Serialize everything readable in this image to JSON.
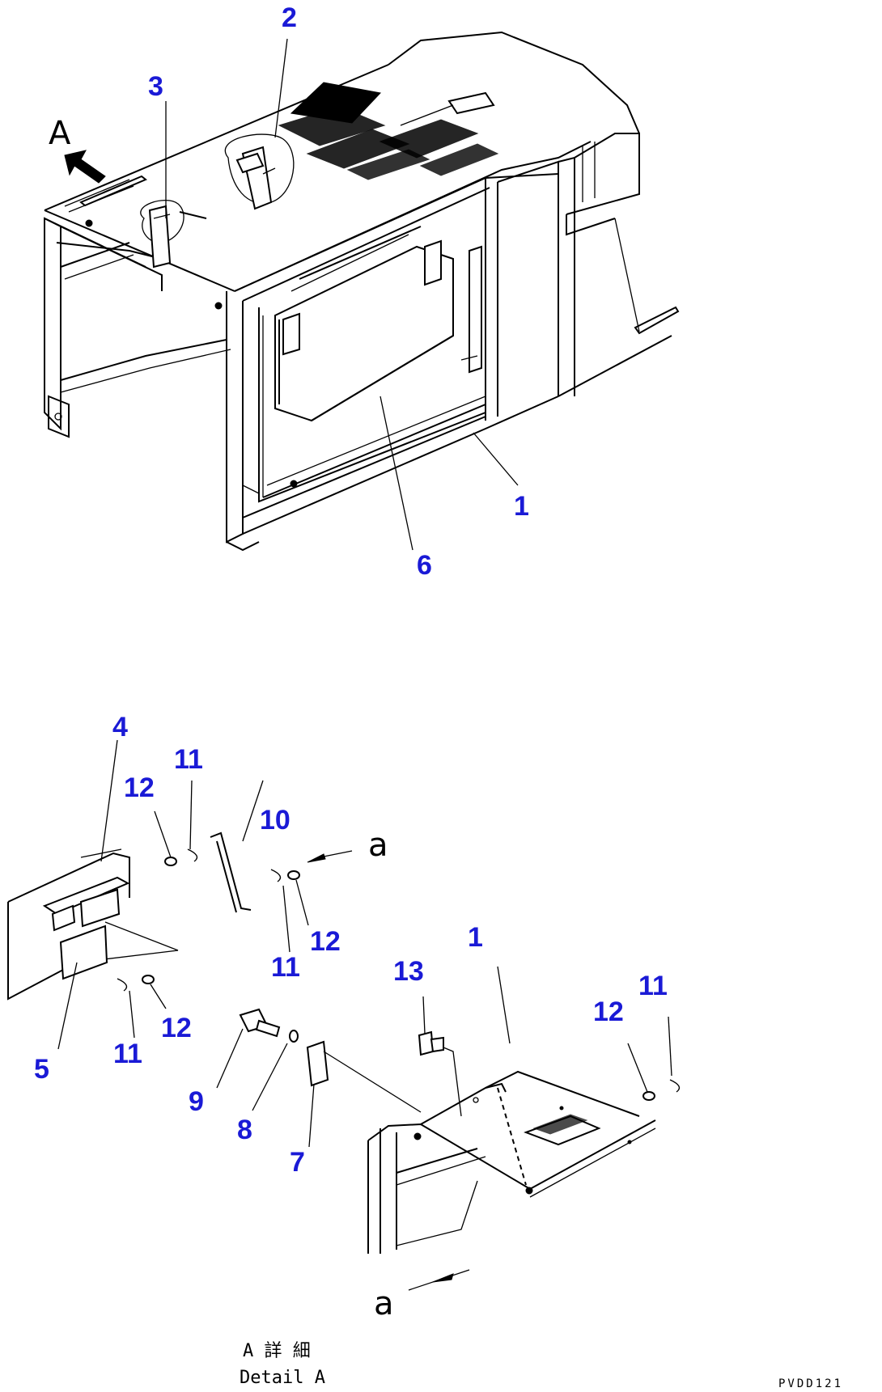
{
  "callouts": {
    "c1_top": "1",
    "c2": "2",
    "c3": "3",
    "c6": "6",
    "c4": "4",
    "c5": "5",
    "c7": "7",
    "c8": "8",
    "c9": "9",
    "c10": "10",
    "c11_a": "11",
    "c11_b": "11",
    "c11_c": "11",
    "c11_d": "11",
    "c12_a": "12",
    "c12_b": "12",
    "c12_c": "12",
    "c12_d": "12",
    "c13": "13",
    "c1_bottom": "1"
  },
  "view_label": "A",
  "section_marks": {
    "a_upper": "a",
    "a_lower": "a"
  },
  "caption": {
    "japanese": "A 詳 細",
    "english": "Detail A"
  },
  "drawing_code": "PVDD121",
  "colors": {
    "callout": "#1a1ad6",
    "line": "#000000",
    "background": "#ffffff"
  }
}
